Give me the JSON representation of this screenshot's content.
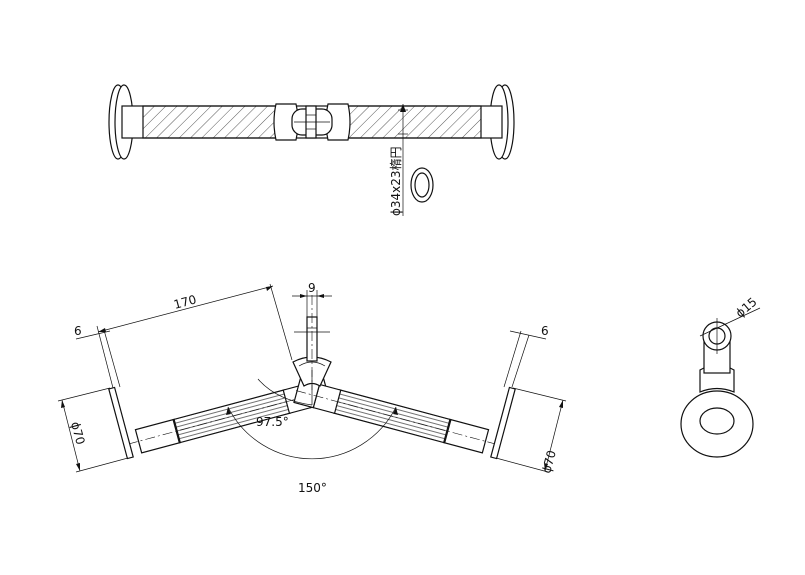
{
  "labels": {
    "top_section": "ϕ34x23楕円",
    "left_offset": "6",
    "left_length": "170",
    "grip_width": "9",
    "right_offset": "6",
    "left_diameter": "ϕ70",
    "right_diameter": "ϕ70",
    "inner_angle": "97.5°",
    "outer_angle": "150°",
    "pin_diameter": "ϕ15"
  }
}
